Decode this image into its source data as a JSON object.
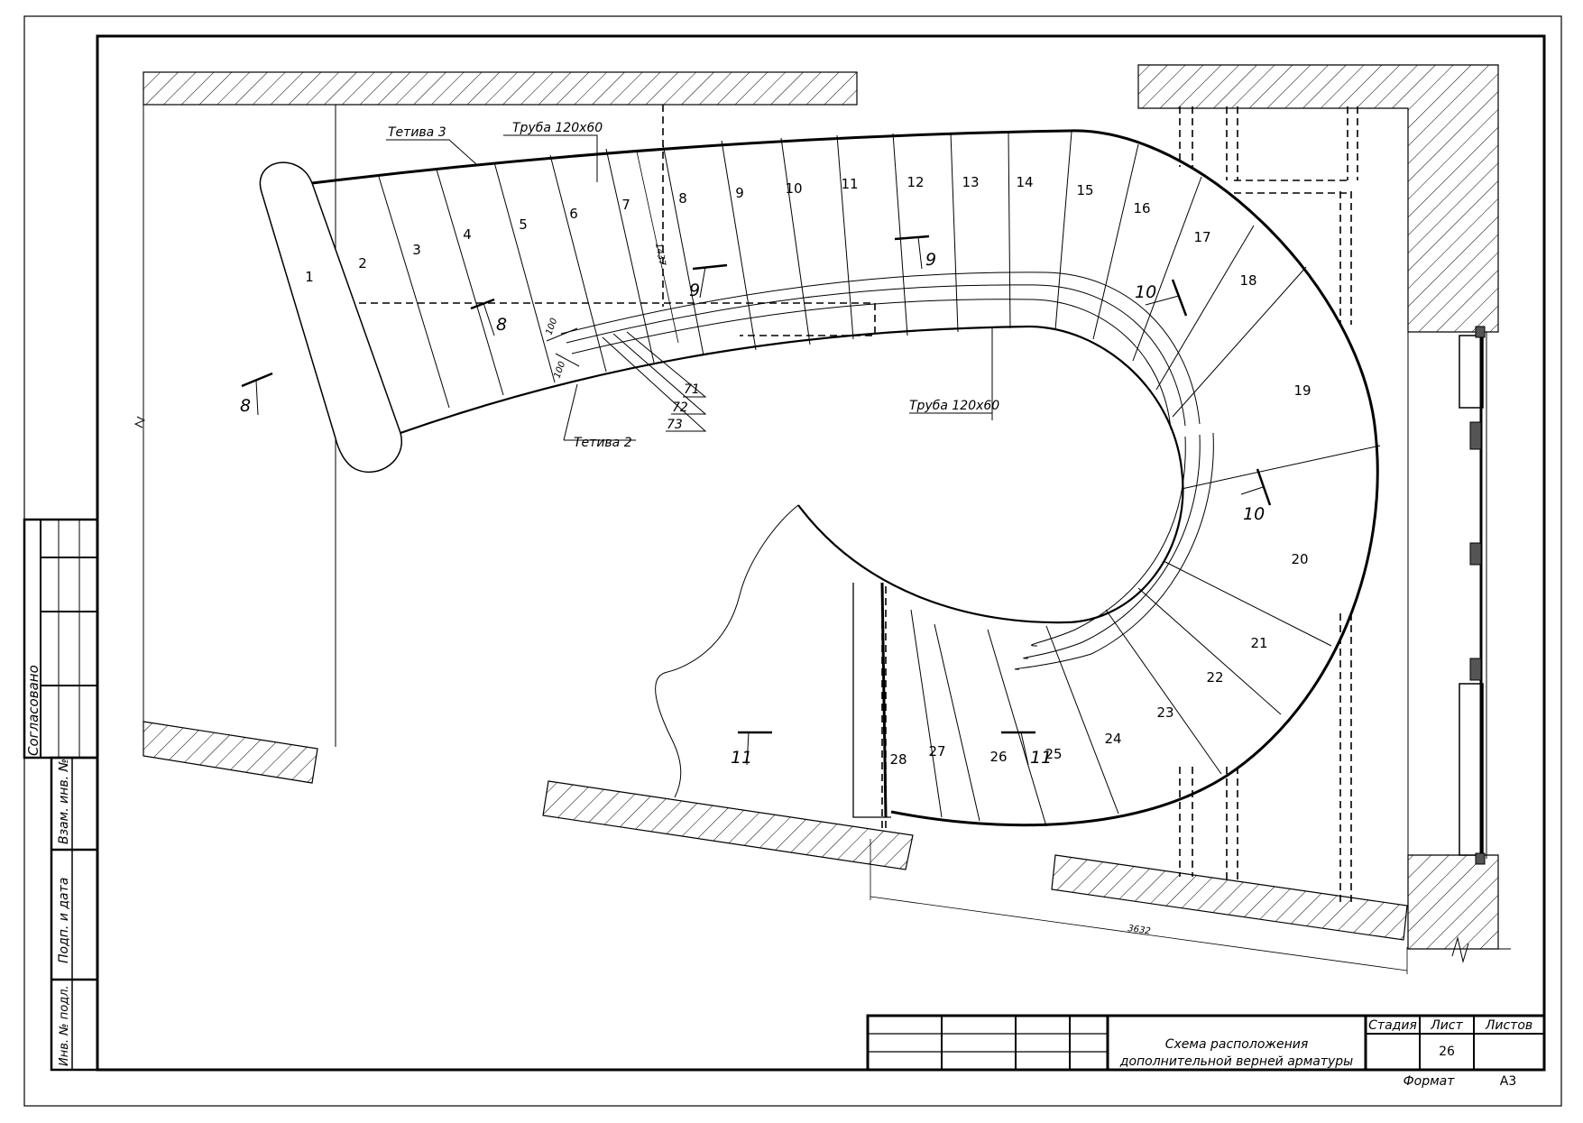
{
  "drawing": {
    "title_line1": "Схема расположения",
    "title_line2": "дополнительной верней арматуры",
    "sheet": "26",
    "col_stage": "Стадия",
    "col_sheet": "Лист",
    "col_sheets": "Листов",
    "format_label": "Формат",
    "format_value": "А3"
  },
  "side_stamp": {
    "agreed": "Согласовано",
    "replace_inv": "Взам. инв. №",
    "sign_date": "Подп. и дата",
    "inv_orig": "Инв. № подл."
  },
  "labels": {
    "stringer3": "Тетива 3",
    "stringer2": "Тетива 2",
    "pipe_top": "Труба 120х60",
    "pipe_mid": "Труба 120х60",
    "ref71": "71",
    "ref72": "72",
    "ref73": "73",
    "dim_100a": "100",
    "dim_100b": "100",
    "dim_1437": "1437",
    "dim_3632": "3632",
    "sec8a": "8",
    "sec8b": "8",
    "sec9a": "9",
    "sec9b": "9",
    "sec10a": "10",
    "sec10b": "10",
    "sec11a": "11",
    "sec11b": "11"
  },
  "steps": [
    "1",
    "2",
    "3",
    "4",
    "5",
    "6",
    "7",
    "8",
    "9",
    "10",
    "11",
    "12",
    "13",
    "14",
    "15",
    "16",
    "17",
    "18",
    "19",
    "20",
    "21",
    "22",
    "23",
    "24",
    "25",
    "26",
    "27",
    "28"
  ]
}
